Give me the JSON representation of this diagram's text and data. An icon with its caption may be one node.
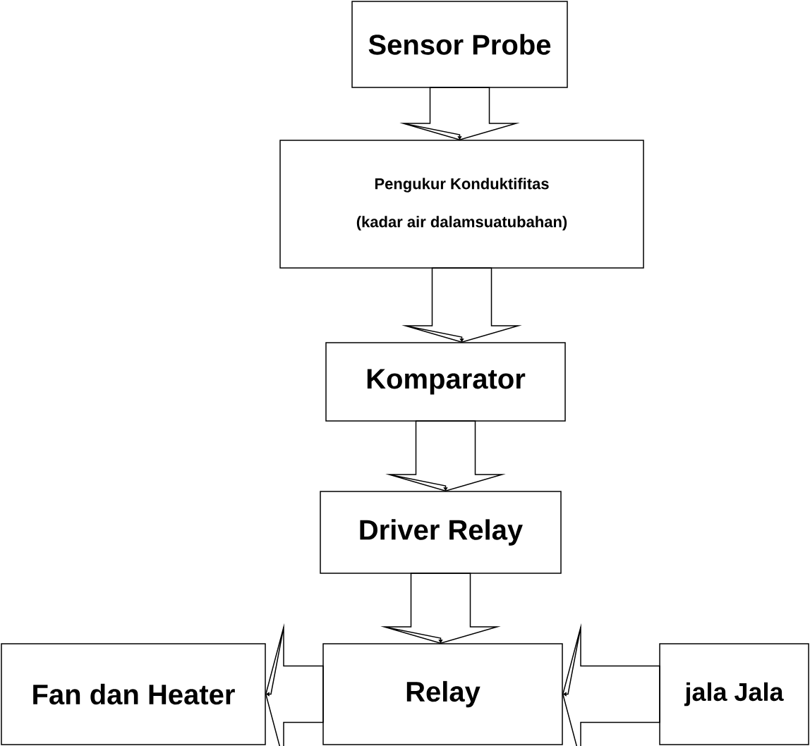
{
  "diagram": {
    "nodes": [
      {
        "text": [
          "Sensor Probe"
        ]
      },
      {
        "text": [
          "Pengukur Konduktifitas",
          "(kadar air dalamsuatubahan)"
        ]
      },
      {
        "text": [
          "Komparator"
        ]
      },
      {
        "text": [
          "Driver Relay"
        ]
      },
      {
        "text": [
          "Relay"
        ]
      },
      {
        "text": [
          "Fan dan Heater"
        ]
      },
      {
        "text": [
          "jala Jala"
        ]
      }
    ],
    "edges": [
      {
        "from": 0,
        "to": 1,
        "arrow": "to"
      },
      {
        "from": 1,
        "to": 2,
        "arrow": "to"
      },
      {
        "from": 2,
        "to": 3,
        "arrow": "to"
      },
      {
        "from": 3,
        "to": 4,
        "arrow": "to"
      },
      {
        "from": 4,
        "to": 5,
        "arrow": "to"
      },
      {
        "from": 6,
        "to": 4,
        "arrow": "to"
      }
    ]
  }
}
